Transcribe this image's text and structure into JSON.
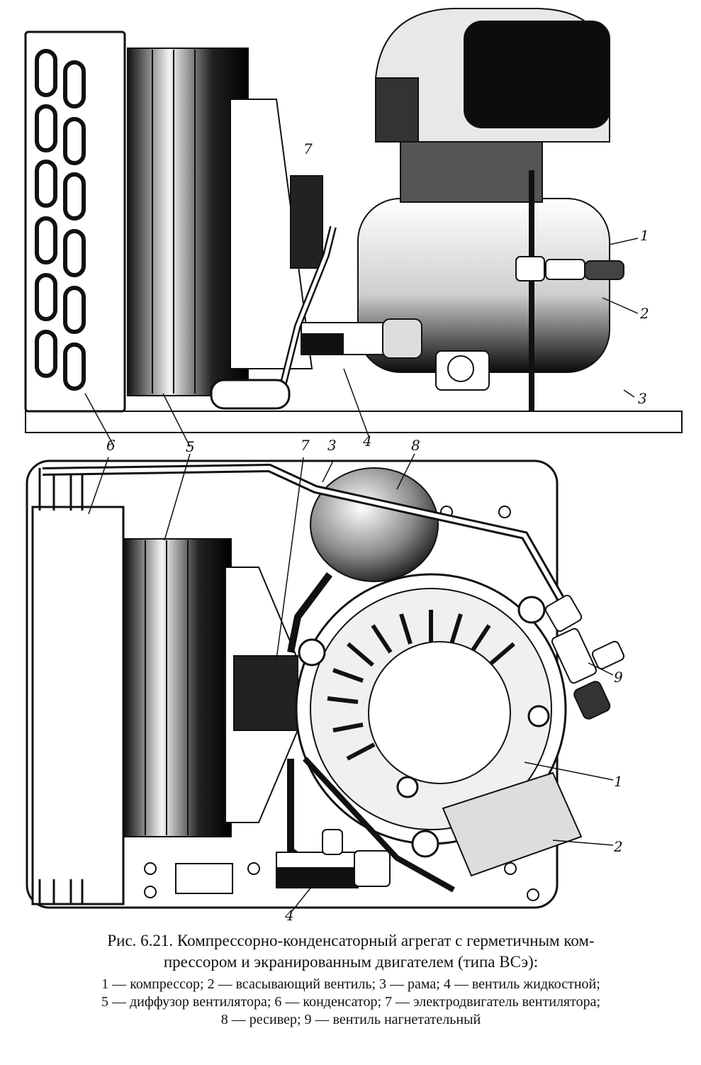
{
  "callouts": {
    "top": [
      "1",
      "2",
      "3",
      "4",
      "5",
      "6",
      "7"
    ],
    "bottom": [
      "1",
      "2",
      "3",
      "4",
      "5",
      "6",
      "7",
      "8",
      "9"
    ]
  },
  "caption": {
    "title_line1": "Рис. 6.21. Компрессорно-конденсаторный агрегат с герметичным ком-",
    "title_line2": "прессором и экранированным двигателем (типа ВСэ):",
    "legend_line1": "1 — компрессор; 2 — всасывающий вентиль; 3 — рама; 4 — вентиль жидкостной;",
    "legend_line2": "5 — диффузор вентилятора; 6 — конденсатор; 7 — электродвигатель вентилятора;",
    "legend_line3": "8 — ресивер; 9 — вентиль нагнетательный"
  }
}
